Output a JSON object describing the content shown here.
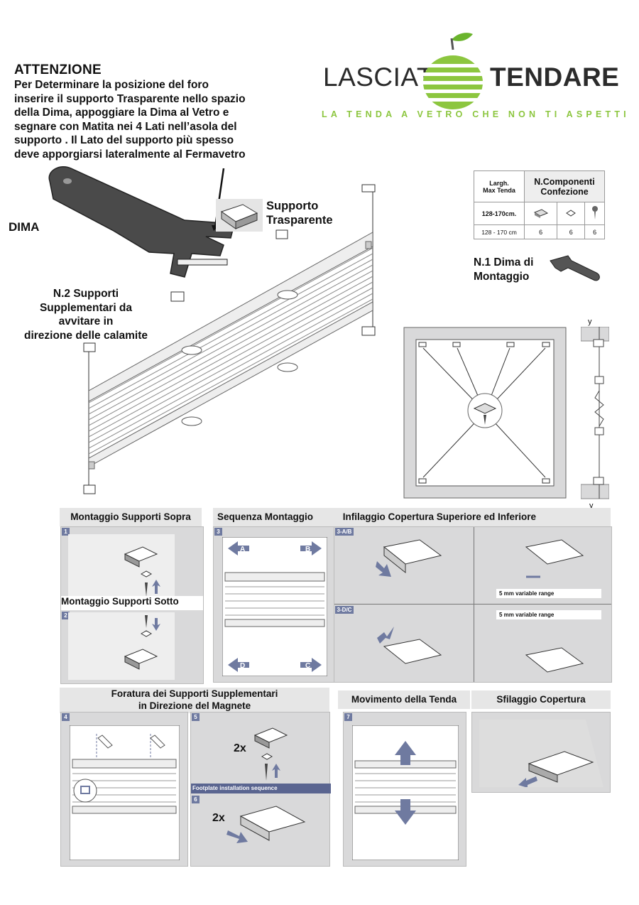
{
  "attention": {
    "title": "ATTENZIONE",
    "lines": [
      "Per Determinare la posizione del foro",
      "inserire il supporto Trasparente nello spazio",
      "della Dima, appoggiare la Dima al Vetro  e",
      "segnare con Matita nei 4 Lati nell’asola del",
      "supporto . Il Lato del supporto più spesso",
      "deve apporgiarsi lateralmente al Fermavetro"
    ]
  },
  "logo": {
    "word1": "LASCIATI",
    "word2": "TENDARE",
    "tagline": "LA TENDA A VETRO CHE NON TI ASPETTI",
    "colors": {
      "green": "#8cc63f",
      "leaf": "#6ab42d",
      "text": "#2b2b2b"
    }
  },
  "labels": {
    "dima": "DIMA",
    "supporto_line1": "Supporto",
    "supporto_line2": "Trasparente",
    "supplementari": [
      "N.2 Supporti",
      "Supplementari da",
      "avvitare in",
      "direzione delle calamite"
    ],
    "dima_montaggio": [
      "N.1 Dima di",
      "Montaggio"
    ]
  },
  "package_table": {
    "col1_header": [
      "Largh.",
      "Max Tenda"
    ],
    "col2_header": [
      "N.Componenti",
      "Confezione"
    ],
    "row1_label": "128-170cm.",
    "row2_label": "128 - 170 cm",
    "row2_values": [
      "6",
      "6",
      "6"
    ]
  },
  "side_diagram": {
    "top_label": "y",
    "bottom_label": "y"
  },
  "sections": {
    "montaggio_sopra": "Montaggio Supporti Sopra",
    "montaggio_sotto": "Montaggio Supporti Sotto",
    "sequenza": "Sequenza Montaggio",
    "infilaggio": "Infilaggio Copertura Superiore ed Inferiore",
    "foratura_line1": "Foratura dei Supporti Supplementari",
    "foratura_line2": "in Direzione del Magnete",
    "movimento": "Movimento della Tenda",
    "sfilaggio": "Sfilaggio Copertura"
  },
  "step_numbers": {
    "s1": "1",
    "s2": "2",
    "s3": "3",
    "s3ab": "3-A/B",
    "s3dc": "3-D/C",
    "s4": "4",
    "s5": "5",
    "s6": "6",
    "s7": "7"
  },
  "corner_letters": {
    "a": "A",
    "b": "B",
    "c": "C",
    "d": "D"
  },
  "variable_range": "5 mm variable range",
  "multiplier": "2x",
  "footplate": "Footplate installation sequence",
  "accent_color": "#6f7aa0"
}
